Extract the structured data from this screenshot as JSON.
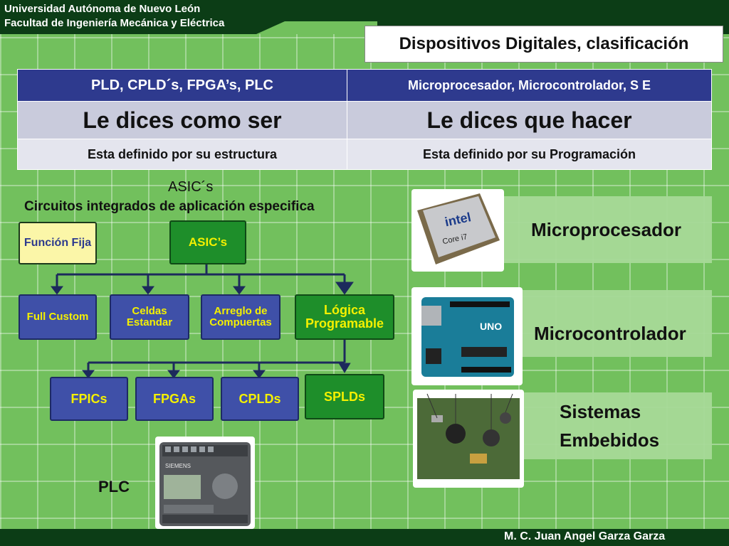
{
  "header": {
    "university": "Universidad Autónoma de Nuevo León",
    "faculty": "Facultad de Ingeniería Mecánica y Eléctrica"
  },
  "title": "Dispositivos Digitales, clasificación",
  "table": {
    "headers": [
      "PLD, CPLD´s, FPGA’s, PLC",
      "Microprocesador, Microcontrolador, S E"
    ],
    "row_big": [
      "Le dices como ser",
      "Le dices que hacer"
    ],
    "row_small": [
      "Esta definido por su estructura",
      "Esta definido por su Programación"
    ]
  },
  "diagram": {
    "asic_title": "ASIC´s",
    "subtitle": "Circuitos integrados de aplicación especifica",
    "funcion_fija": "Función Fija",
    "asics": "ASIC’s",
    "level2": [
      "Full Custom",
      "Celdas Estandar",
      "Arreglo de Compuertas",
      "Lógica Programable"
    ],
    "level3": [
      "FPICs",
      "FPGAs",
      "CPLDs",
      "SPLDs"
    ],
    "plc_label": "PLC",
    "plc_image_text": "SIEMENS"
  },
  "images": {
    "intel_text": "intel",
    "core_text": "Core i7",
    "arduino_text": "UNO"
  },
  "labels": [
    "Microprocesador",
    "Microcontrolador",
    "Sistemas",
    "Embebidos"
  ],
  "footer": {
    "author": "M. C. Juan Angel Garza Garza"
  },
  "colors": {
    "topbar": "#0c3d16",
    "table_header": "#2e3a8e",
    "background": "#72c05d"
  }
}
